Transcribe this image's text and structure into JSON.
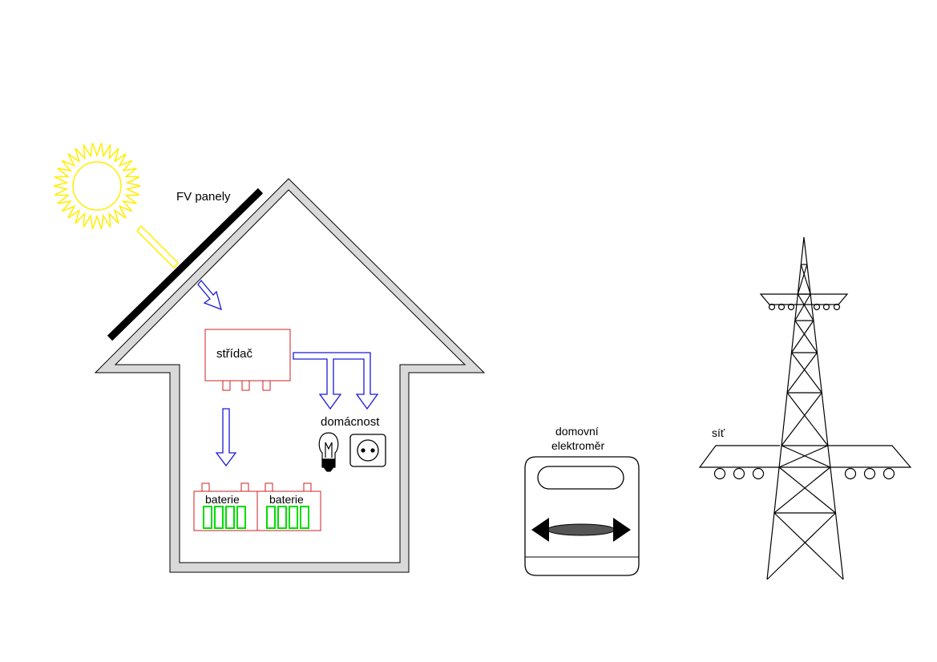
{
  "labels": {
    "panels": "FV panely",
    "inverter": "střídač",
    "household": "domácnost",
    "battery_1": "baterie",
    "battery_2": "baterie",
    "meter_line1": "domovní",
    "meter_line2": "elektroměr",
    "grid": "síť"
  },
  "colors": {
    "sun": "#ffee00",
    "flow_arrow": "#1a1ad6",
    "inverter_outline": "#cc2222",
    "battery_outline": "#cc2222",
    "battery_cells": "#00dd00",
    "house_fill": "#d9d9d9",
    "panel": "#000000",
    "line": "#000000"
  },
  "icons": [
    "sun-icon",
    "light-bulb-icon",
    "power-socket-icon",
    "electricity-meter-icon",
    "power-pylon-icon"
  ]
}
